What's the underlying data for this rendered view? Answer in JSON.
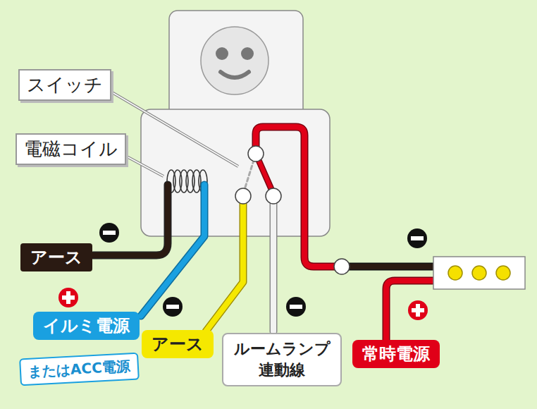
{
  "diagram": {
    "nodes": [
      {
        "text": [
          "スイッチ"
        ]
      },
      {
        "text": [
          "電磁コイル"
        ]
      },
      {
        "text": [
          "アース"
        ]
      },
      {
        "text": [
          "イルミ電源"
        ]
      },
      {
        "text": [
          "またはACC電源"
        ]
      },
      {
        "text": [
          "アース"
        ]
      },
      {
        "text": [
          "ルームランプ 連動線"
        ]
      },
      {
        "text": [
          "常時電源"
        ]
      }
    ]
  }
}
